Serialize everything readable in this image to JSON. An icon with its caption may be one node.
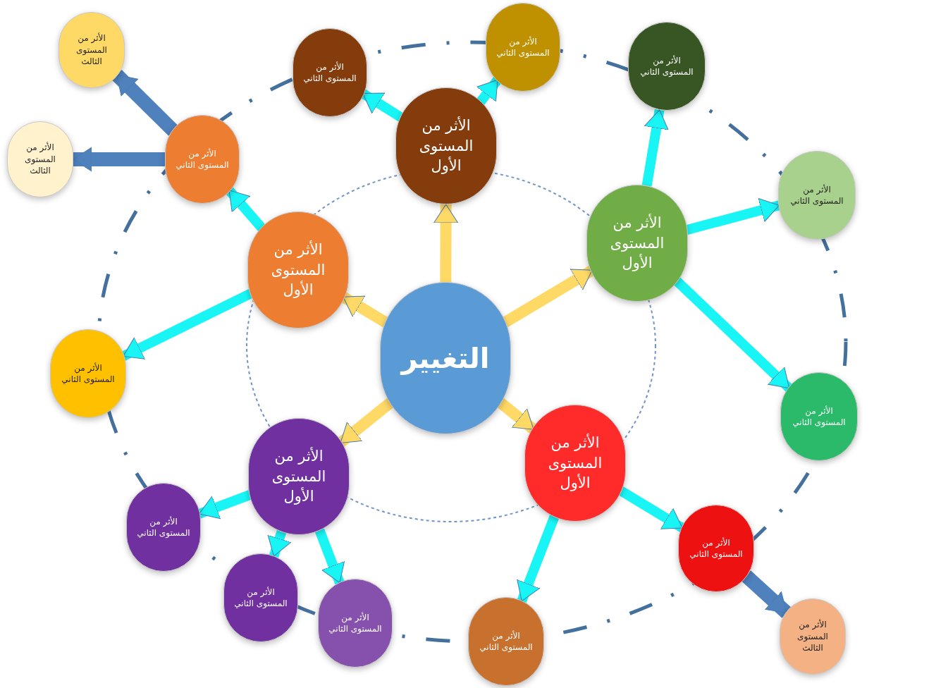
{
  "diagram": {
    "nodes": [
      {
        "text": [
          "التغيير"
        ]
      },
      {
        "text": [
          "الأثر من المستوى الأول"
        ]
      },
      {
        "text": [
          "الأثر من المستوى الأول"
        ]
      },
      {
        "text": [
          "الأثر من المستوى الأول"
        ]
      },
      {
        "text": [
          "الأثر من المستوى الأول"
        ]
      },
      {
        "text": [
          "الأثر من المستوى الأول"
        ]
      },
      {
        "text": [
          "الأثر من المستوى الثاني"
        ]
      },
      {
        "text": [
          "الأثر من المستوى الثاني"
        ]
      },
      {
        "text": [
          "الأثر من المستوى الثاني"
        ]
      },
      {
        "text": [
          "الأثر من المستوى الثاني"
        ]
      },
      {
        "text": [
          "الأثر من المستوى الثاني"
        ]
      },
      {
        "text": [
          "الأثر من المستوى الثاني"
        ]
      },
      {
        "text": [
          "الأثر من المستوى الثاني"
        ]
      },
      {
        "text": [
          "الأثر من المستوى الثاني"
        ]
      },
      {
        "text": [
          "الأثر من المستوى الثاني"
        ]
      },
      {
        "text": [
          "الأثر من المستوى الثاني"
        ]
      },
      {
        "text": [
          "الأثر من المستوى الثاني"
        ]
      },
      {
        "text": [
          "الأثر من المستوى الثاني"
        ]
      },
      {
        "text": [
          "الأثر من المستوى الثالث"
        ]
      },
      {
        "text": [
          "الأثر من المستوى الثالث"
        ]
      },
      {
        "text": [
          "الأثر من المستوى الثالث"
        ]
      }
    ],
    "edges": [
      {
        "from": 0,
        "to": 1,
        "arrow": "to",
        "color": "#ffd966"
      },
      {
        "from": 0,
        "to": 2,
        "arrow": "to",
        "color": "#ffd966"
      },
      {
        "from": 0,
        "to": 3,
        "arrow": "to",
        "color": "#ffd966"
      },
      {
        "from": 0,
        "to": 4,
        "arrow": "to",
        "color": "#ffd966"
      },
      {
        "from": 0,
        "to": 5,
        "arrow": "to",
        "color": "#ffd966"
      },
      {
        "from": 1,
        "to": 6,
        "arrow": "to"
      },
      {
        "from": 1,
        "to": 7,
        "arrow": "to"
      },
      {
        "from": 2,
        "to": 8,
        "arrow": "to"
      },
      {
        "from": 2,
        "to": 9,
        "arrow": "to"
      },
      {
        "from": 2,
        "to": 10,
        "arrow": "to"
      },
      {
        "from": 3,
        "to": 11,
        "arrow": "to"
      },
      {
        "from": 3,
        "to": 12,
        "arrow": "to"
      },
      {
        "from": 4,
        "to": 13,
        "arrow": "to"
      },
      {
        "from": 4,
        "to": 14,
        "arrow": "to"
      },
      {
        "from": 4,
        "to": 15,
        "arrow": "to"
      },
      {
        "from": 5,
        "to": 16,
        "arrow": "to"
      },
      {
        "from": 5,
        "to": 17,
        "arrow": "to"
      },
      {
        "from": 17,
        "to": 18,
        "arrow": "to",
        "color": "#4f81bd"
      },
      {
        "from": 17,
        "to": 19,
        "arrow": "to",
        "color": "#4f81bd"
      },
      {
        "from": 11,
        "to": 20,
        "arrow": "to",
        "color": "#4f81bd"
      }
    ]
  }
}
